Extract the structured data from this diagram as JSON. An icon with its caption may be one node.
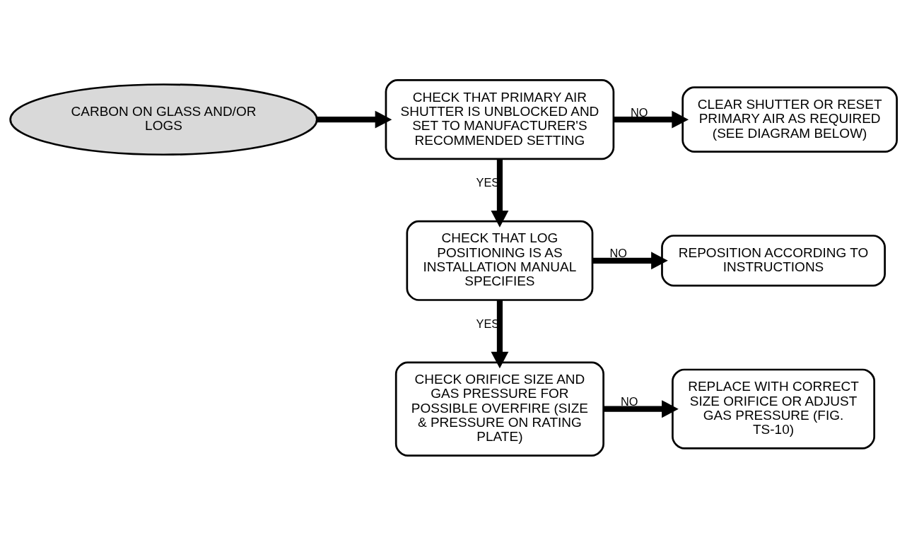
{
  "diagram": {
    "nodes": [
      {
        "text": [
          "CARBON ON GLASS AND/OR LOGS"
        ]
      },
      {
        "text": [
          "CHECK THAT PRIMARY AIR SHUTTER IS UNBLOCKED AND SET TO MANUFACTURER'S RECOMMENDED SETTING"
        ]
      },
      {
        "text": [
          "CLEAR SHUTTER OR RESET PRIMARY AIR AS REQUIRED (SEE DIAGRAM BELOW)"
        ]
      },
      {
        "text": [
          "CHECK THAT LOG POSITIONING IS AS INSTALLATION MANUAL SPECIFIES"
        ]
      },
      {
        "text": [
          "REPOSITION ACCORDING TO INSTRUCTIONS"
        ]
      },
      {
        "text": [
          "CHECK ORIFICE SIZE AND GAS PRESSURE FOR POSSIBLE OVERFIRE (SIZE & PRESSURE ON RATING PLATE)"
        ]
      },
      {
        "text": [
          "REPLACE WITH CORRECT SIZE ORIFICE OR ADJUST GAS PRESSURE (FIG. TS-10)"
        ]
      }
    ],
    "edges": [
      {
        "from": 0,
        "to": 1,
        "arrow": "to"
      },
      {
        "from": 1,
        "to": 2,
        "arrow": "to",
        "label": "NO"
      },
      {
        "from": 1,
        "to": 3,
        "arrow": "to",
        "label": "YES"
      },
      {
        "from": 3,
        "to": 4,
        "arrow": "to",
        "label": "NO"
      },
      {
        "from": 3,
        "to": 5,
        "arrow": "to",
        "label": "YES"
      },
      {
        "from": 5,
        "to": 6,
        "arrow": "to",
        "label": "NO"
      }
    ]
  }
}
